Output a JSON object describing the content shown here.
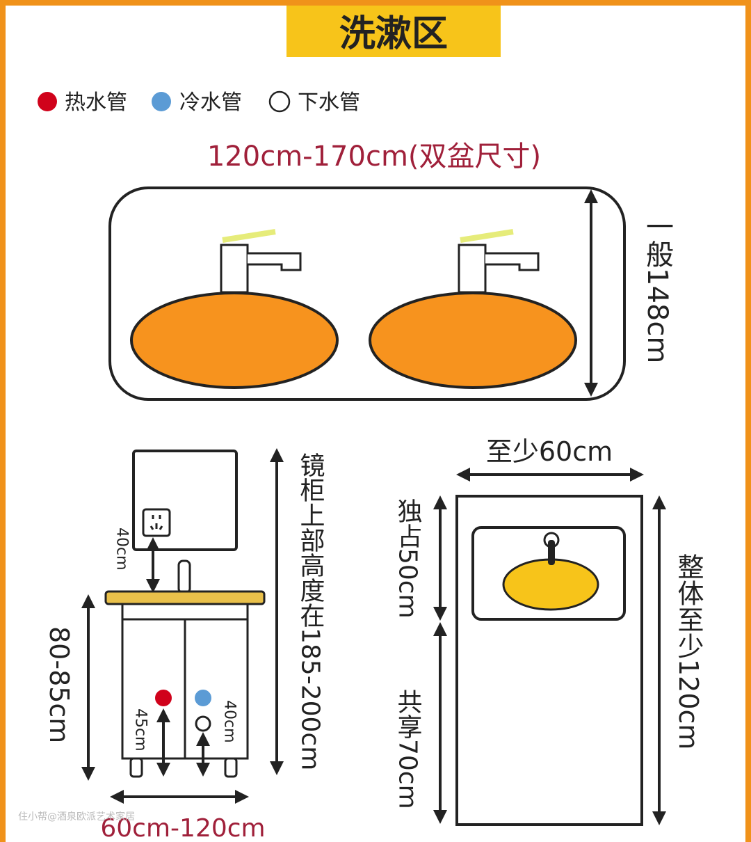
{
  "title": "洗漱区",
  "legend": [
    {
      "label": "热水管",
      "color": "#d0021b"
    },
    {
      "label": "冷水管",
      "color": "#5b9bd5"
    },
    {
      "label": "下水管",
      "color": "#ffffff"
    }
  ],
  "top_diagram": {
    "width_label": "120cm-170cm(双盆尺寸)",
    "height_label": "一般148cm"
  },
  "side_diagram": {
    "socket_gap_label": "40cm",
    "counter_height_label": "80-85cm",
    "mirror_height_label": "镜柜上部高度在185-200cm",
    "hot_pipe_label": "45cm",
    "drain_label": "40cm",
    "width_label": "60cm-120cm"
  },
  "space_diagram": {
    "width_label": "至少60cm",
    "exclusive_label": "独占50cm",
    "shared_label": "共享70cm",
    "total_label": "整体至少120cm"
  },
  "watermark": "住小帮@酒泉欧派艺术家居",
  "colors": {
    "border": "#f0921a",
    "title_bg": "#f7c41a",
    "basin": "#f7931e",
    "accent_text": "#a0203a",
    "counter": "#e9c04a"
  }
}
